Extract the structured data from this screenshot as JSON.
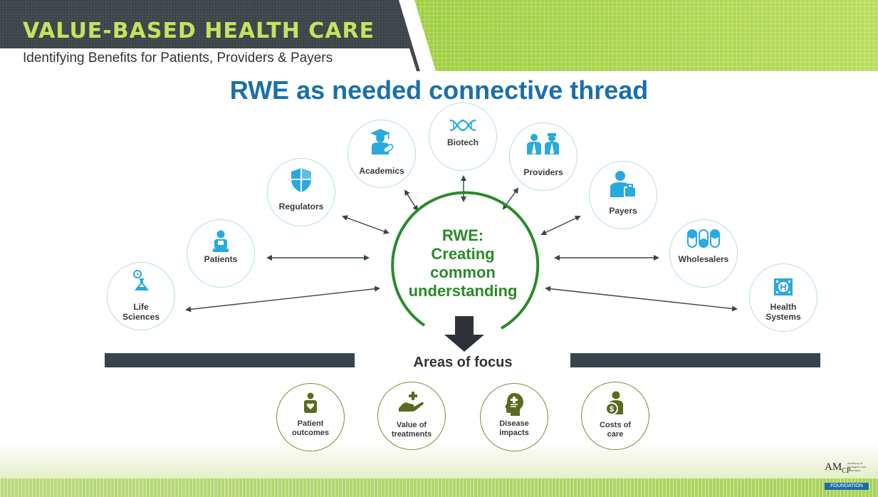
{
  "header": {
    "title": "VALUE-BASED HEALTH CARE",
    "subtitle": "Identifying Benefits for Patients, Providers & Payers"
  },
  "main_title": "RWE as needed connective thread",
  "center": {
    "lines": [
      "RWE:",
      "Creating",
      "common",
      "understanding"
    ]
  },
  "stakeholders": [
    {
      "label": "Life Sciences",
      "lines": [
        "Life",
        "Sciences"
      ],
      "icon": "flask-icon"
    },
    {
      "label": "Patients",
      "lines": [
        "Patients"
      ],
      "icon": "patient-icon"
    },
    {
      "label": "Regulators",
      "lines": [
        "Regulators"
      ],
      "icon": "shield-icon"
    },
    {
      "label": "Academics",
      "lines": [
        "Academics"
      ],
      "icon": "graduate-icon"
    },
    {
      "label": "Biotech",
      "lines": [
        "Biotech"
      ],
      "icon": "dna-icon"
    },
    {
      "label": "Providers",
      "lines": [
        "Providers"
      ],
      "icon": "doctors-icon"
    },
    {
      "label": "Payers",
      "lines": [
        "Payers"
      ],
      "icon": "businessperson-icon"
    },
    {
      "label": "Wholesalers",
      "lines": [
        "Wholesalers"
      ],
      "icon": "pills-icon"
    },
    {
      "label": "Health Systems",
      "lines": [
        "Health",
        "Systems"
      ],
      "icon": "hospital-icon"
    }
  ],
  "areas_label": "Areas of focus",
  "focus_areas": [
    {
      "lines": [
        "Patient",
        "outcomes"
      ],
      "icon": "patient-heart-icon"
    },
    {
      "lines": [
        "Value of",
        "treatments"
      ],
      "icon": "hand-plus-icon"
    },
    {
      "lines": [
        "Disease",
        "impacts"
      ],
      "icon": "head-icon"
    },
    {
      "lines": [
        "Costs of",
        "care"
      ],
      "icon": "money-person-icon"
    }
  ],
  "logo": {
    "am": "AM",
    "cp": "CP",
    "lines": [
      "Academy of",
      "Managed Care",
      "Pharmacy"
    ],
    "foundation": "FOUNDATION"
  },
  "colors": {
    "title_blue": "#1b6fa8",
    "icon_blue": "#29a9dc",
    "circle_green": "#2a8a2a",
    "focus_olive": "#5a6b1f",
    "header_green": "#9ccf40",
    "header_dark": "#3d4348"
  }
}
